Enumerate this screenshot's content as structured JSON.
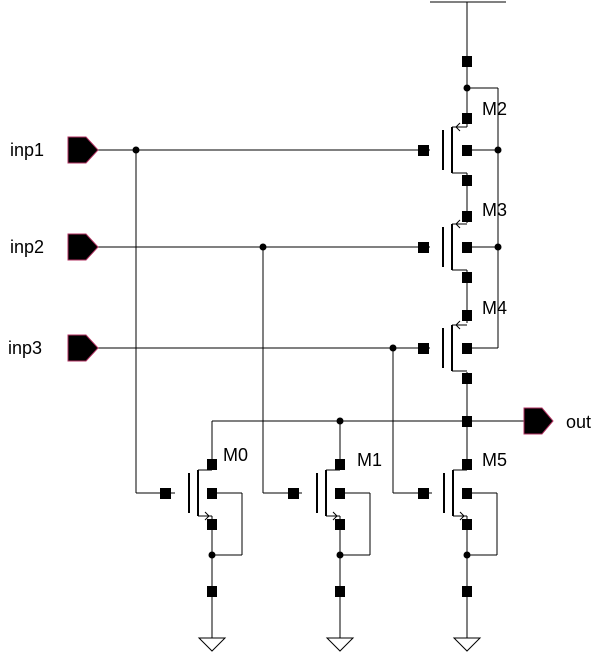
{
  "ports": {
    "inp1": "inp1",
    "inp2": "inp2",
    "inp3": "inp3",
    "out": "out"
  },
  "transistors": {
    "m2": "M2",
    "m3": "M3",
    "m4": "M4",
    "m0": "M0",
    "m1": "M1",
    "m5": "M5"
  },
  "colors": {
    "wire": "#000000",
    "port_outline": "#b03060"
  }
}
